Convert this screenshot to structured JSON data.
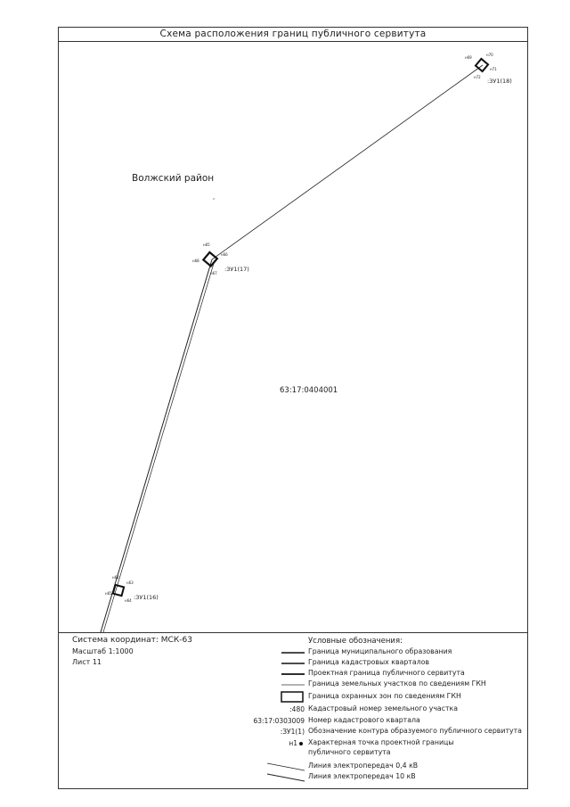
{
  "title": "Схема расположения границ публичного сервитута",
  "map": {
    "region_label": "Волжский район",
    "quarter_label": "63:17:0404001",
    "parcels": [
      {
        "label": ":ЗУ1(16)",
        "points": [
          "н62",
          "н63",
          "н64",
          "н65"
        ]
      },
      {
        "label": ":ЗУ1(17)",
        "points": [
          "н65",
          "н66",
          "н67",
          "н68"
        ]
      },
      {
        "label": ":ЗУ1(18)",
        "points": [
          "н69",
          "н70",
          "н71",
          "н72"
        ]
      }
    ]
  },
  "info": {
    "coord_system": "Система координат: МСК-63",
    "scale": "Масштаб 1:1000",
    "sheet": "Лист 11"
  },
  "legend": {
    "title": "Условные обозначения:",
    "items": [
      {
        "symbol": "line",
        "text": "Граница муниципального образования"
      },
      {
        "symbol": "line",
        "text": "Граница кадастровых кварталов"
      },
      {
        "symbol": "line",
        "text": "Проектная граница публичного сервитута"
      },
      {
        "symbol": "thin-line",
        "text": "Граница земельных участков по сведениям ГКН"
      },
      {
        "symbol": "rect",
        "text": "Граница охранных зон по сведениям ГКН"
      },
      {
        "symbol": "text",
        "symbol_text": ":480",
        "text": "Кадастровый номер земельного участка"
      },
      {
        "symbol": "text",
        "symbol_text": "63:17:0303009",
        "text": "Номер кадастрового квартала"
      },
      {
        "symbol": "text",
        "symbol_text": ":ЗУ1(1)",
        "text": "Обозначение контура образуемого публичного сервитута"
      },
      {
        "symbol": "point",
        "symbol_text": "н1",
        "text": "Характерная точка проектной границы",
        "text2": "публичного сервитута"
      },
      {
        "symbol": "diag",
        "text": "Линия электропередач 0,4 кВ"
      },
      {
        "symbol": "diag",
        "text": "Линия электропередач 10 кВ"
      }
    ]
  }
}
